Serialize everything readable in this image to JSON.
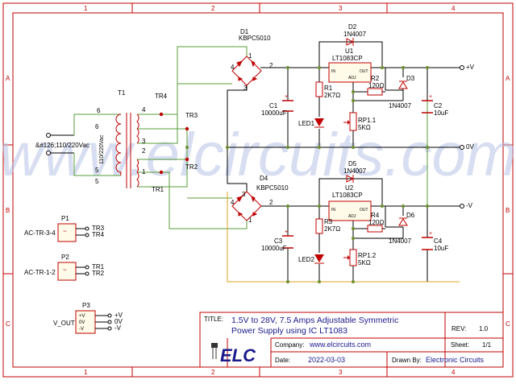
{
  "frame": {
    "cols": [
      "1",
      "2",
      "3",
      "4"
    ],
    "rows": [
      "A",
      "B",
      "C"
    ]
  },
  "watermark": "www.elcircuits.com",
  "input_label": "&#126;110/220Vac",
  "transformer": {
    "ref": "T1",
    "primary_label": "110/220Vac",
    "pins": [
      "6",
      "4",
      "3",
      "5",
      "2",
      "1",
      "6",
      "5"
    ]
  },
  "testpoints": [
    "TR4",
    "TR3",
    "TR2",
    "TR1"
  ],
  "bridges": [
    {
      "ref": "D1",
      "part": "KBPC5010"
    },
    {
      "ref": "D4",
      "part": "KBPC5010"
    }
  ],
  "regulators": [
    {
      "ref": "U1",
      "part": "LT1083CP",
      "pins": [
        "IN",
        "OUT",
        "ADJ"
      ]
    },
    {
      "ref": "U2",
      "part": "LT1083CP",
      "pins": [
        "IN",
        "OUT",
        "ADJ"
      ]
    }
  ],
  "diodes": [
    {
      "ref": "D2",
      "part": "1N4007"
    },
    {
      "ref": "D3",
      "part": "1N4007"
    },
    {
      "ref": "D5",
      "part": "1N4007"
    },
    {
      "ref": "D6",
      "part": "1N4007"
    }
  ],
  "resistors": [
    {
      "ref": "R1",
      "value": "2K7Ω"
    },
    {
      "ref": "R2",
      "value": "120Ω"
    },
    {
      "ref": "R3",
      "value": "2K7Ω"
    },
    {
      "ref": "R4",
      "value": "120Ω"
    }
  ],
  "pots": [
    {
      "ref": "RP1.1",
      "value": "5KΩ"
    },
    {
      "ref": "RP1.2",
      "value": "5KΩ"
    }
  ],
  "capacitors": [
    {
      "ref": "C1",
      "value": "10000uF"
    },
    {
      "ref": "C2",
      "value": "10uF"
    },
    {
      "ref": "C3",
      "value": "10000uF"
    },
    {
      "ref": "C4",
      "value": "10uF"
    }
  ],
  "leds": [
    "LED1",
    "LED2"
  ],
  "outputs": [
    "+V",
    "0V",
    "-V"
  ],
  "pins": {
    "bridge": [
      "4",
      "1",
      "2",
      "3"
    ]
  },
  "connectors": [
    {
      "ref": "P1",
      "label": "AC-TR-3-4",
      "nets": [
        "TR3",
        "TR4"
      ]
    },
    {
      "ref": "P2",
      "label": "AC-TR-1-2",
      "nets": [
        "TR1",
        "TR2"
      ]
    },
    {
      "ref": "P3",
      "label": "V_OUT",
      "pins": [
        "+V",
        "0V",
        "-V"
      ],
      "nets": [
        "+V",
        "0V",
        "-V"
      ]
    }
  ],
  "titleblock": {
    "title_key": "TITLE:",
    "title_line1": "1.5V to 28V, 7.5 Amps Adjustable Symmetric",
    "title_line2": "Power Supply using IC LT1083",
    "rev_key": "REV:",
    "rev": "1.0",
    "company_key": "Company:",
    "company": "www.elcircuits.com",
    "sheet_key": "Sheet:",
    "sheet": "1/1",
    "date_key": "Date:",
    "date": "2022-03-03",
    "drawn_key": "Drawn By:",
    "drawn": "Electronic Circuits",
    "logo": "ELC"
  },
  "colors": {
    "wire": "#000000",
    "transformer_wire": "#5a9e3a",
    "pot_wire": "#e0a020",
    "frame": "#c00000",
    "labels": "#1a1a8c"
  }
}
